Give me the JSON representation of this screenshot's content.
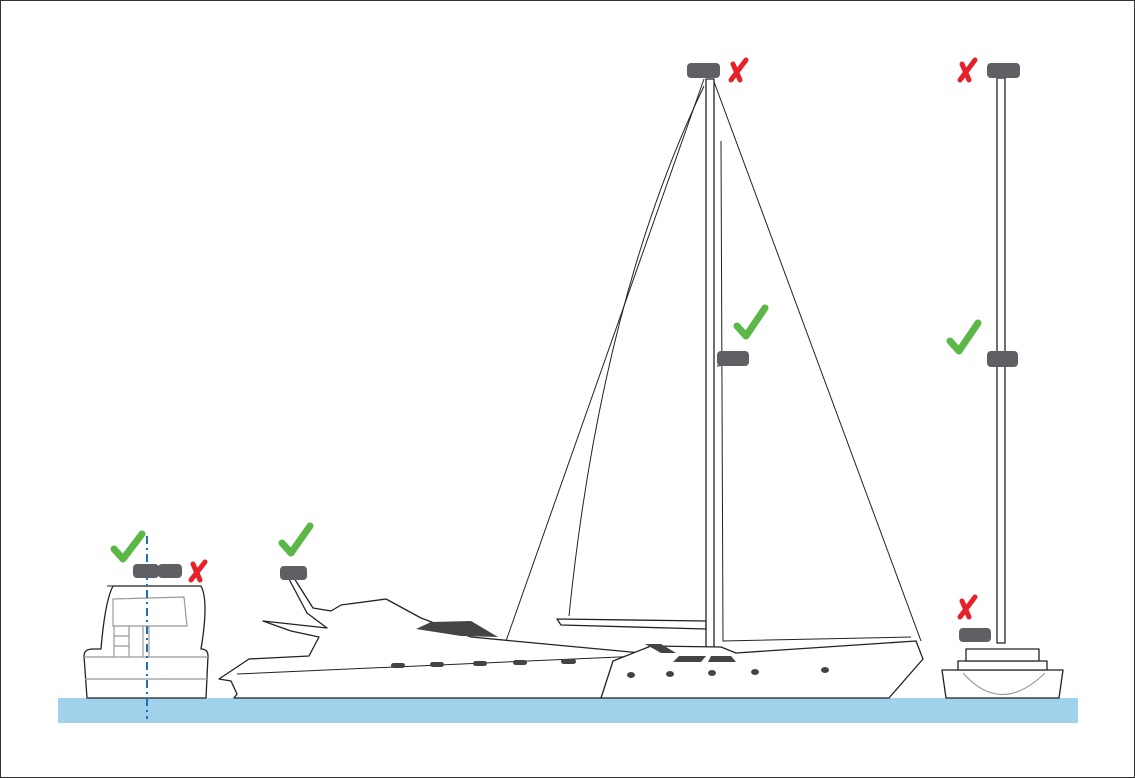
{
  "colors": {
    "water": "#a0d2ec",
    "sensor": "#5f6063",
    "ok": "#5bb847",
    "bad": "#e8202a",
    "center_line": "#1f6fb5"
  },
  "icons": {
    "ok": "check-mark-icon",
    "bad": "cross-mark-icon",
    "sensor": "dome-sensor-icon"
  },
  "placements": [
    {
      "vessel": "powerboat-rear-view",
      "position": "centerline",
      "status": "ok"
    },
    {
      "vessel": "powerboat-rear-view",
      "position": "off-center",
      "status": "bad"
    },
    {
      "vessel": "motor-yacht",
      "position": "arch",
      "status": "ok"
    },
    {
      "vessel": "sailboat",
      "position": "masthead",
      "status": "bad"
    },
    {
      "vessel": "sailboat",
      "position": "mid-mast",
      "status": "ok"
    },
    {
      "vessel": "sailboat-rear-view",
      "position": "masthead",
      "status": "bad"
    },
    {
      "vessel": "sailboat-rear-view",
      "position": "mid-mast",
      "status": "ok"
    },
    {
      "vessel": "sailboat-rear-view",
      "position": "deck",
      "status": "bad"
    }
  ]
}
